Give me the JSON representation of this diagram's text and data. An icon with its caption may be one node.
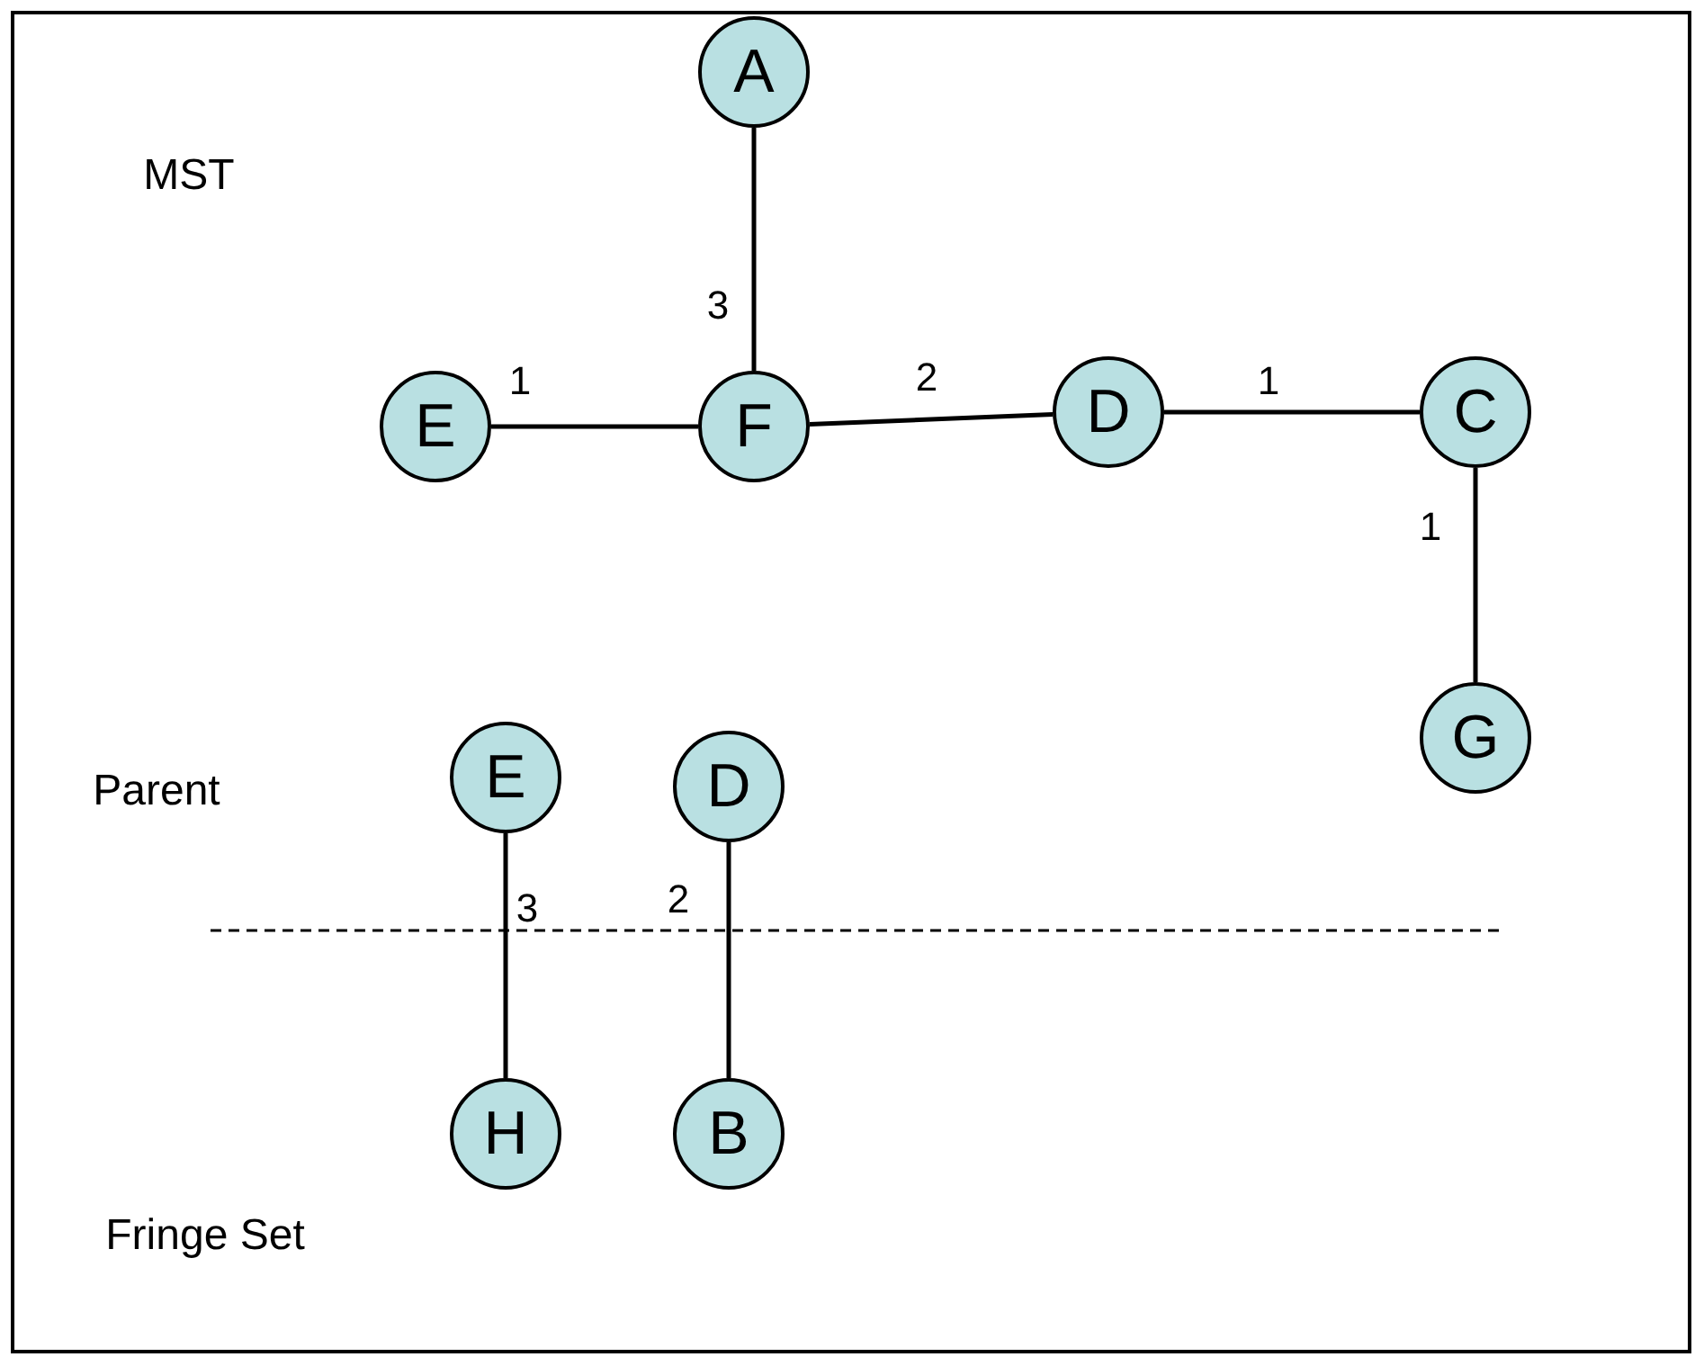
{
  "diagram": {
    "nodes": [
      {
        "text": [
          "A"
        ]
      },
      {
        "text": [
          "E"
        ]
      },
      {
        "text": [
          "F"
        ]
      },
      {
        "text": [
          "D"
        ]
      },
      {
        "text": [
          "C"
        ]
      },
      {
        "text": [
          "G"
        ]
      },
      {
        "text": [
          "E"
        ]
      },
      {
        "text": [
          "D"
        ]
      },
      {
        "text": [
          "H"
        ]
      },
      {
        "text": [
          "B"
        ]
      }
    ],
    "edges": [
      {
        "from": 0,
        "to": 2,
        "arrow": "none",
        "label": "3"
      },
      {
        "from": 1,
        "to": 2,
        "arrow": "none",
        "label": "1"
      },
      {
        "from": 2,
        "to": 3,
        "arrow": "none",
        "label": "2"
      },
      {
        "from": 3,
        "to": 4,
        "arrow": "none",
        "label": "1"
      },
      {
        "from": 4,
        "to": 5,
        "arrow": "none",
        "label": "1"
      },
      {
        "from": 6,
        "to": 8,
        "arrow": "none",
        "label": "3"
      },
      {
        "from": 7,
        "to": 9,
        "arrow": "none",
        "label": "2"
      }
    ],
    "labels": [
      "MST",
      "Parent",
      "Fringe Set"
    ]
  }
}
